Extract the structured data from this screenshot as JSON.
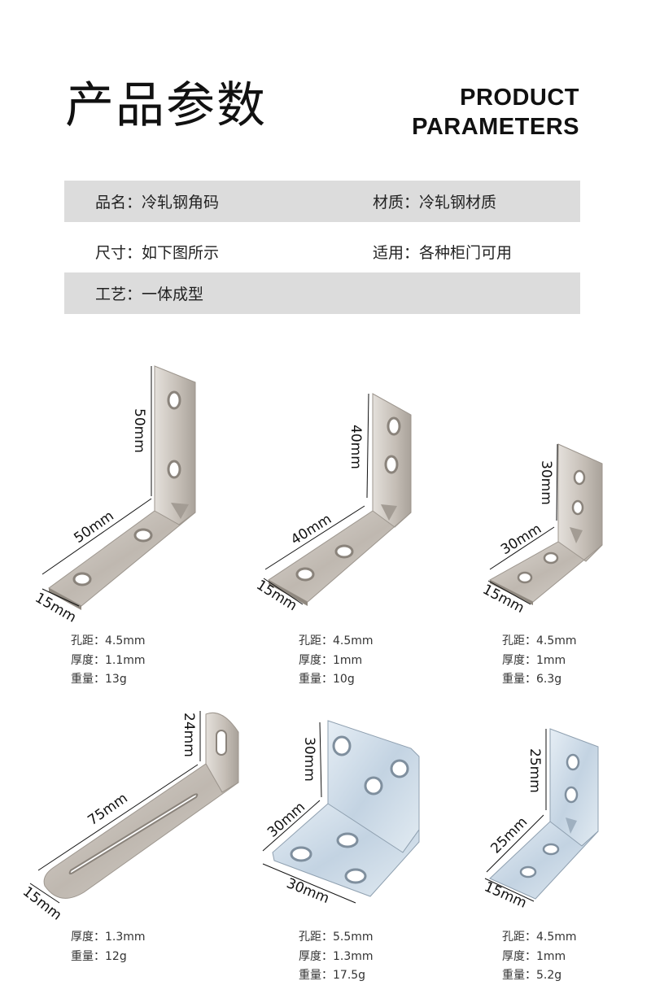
{
  "header": {
    "title_cn": "产品参数",
    "title_en_line1": "PRODUCT",
    "title_en_line2": "PARAMETERS"
  },
  "params": {
    "name_label": "品名：",
    "name_value": "冷轧钢角码",
    "material_label": "材质：",
    "material_value": "冷轧钢材质",
    "size_label": "尺寸：",
    "size_value": "如下图所示",
    "usage_label": "适用：",
    "usage_value": "各种柜门可用",
    "process_label": "工艺：",
    "process_value": "一体成型"
  },
  "colors": {
    "band_gray": "#dcdcdc",
    "stainless": "#c9c3bc",
    "zinc": "#cfdce8"
  },
  "products": [
    {
      "dims": {
        "height": "50mm",
        "length": "50mm",
        "width": "15mm"
      },
      "specs": [
        "孔距：4.5mm",
        "厚度：1.1mm",
        "重量：13g"
      ]
    },
    {
      "dims": {
        "height": "40mm",
        "length": "40mm",
        "width": "15mm"
      },
      "specs": [
        "孔距：4.5mm",
        "厚度：1mm",
        "重量：10g"
      ]
    },
    {
      "dims": {
        "height": "30mm",
        "length": "30mm",
        "width": "15mm"
      },
      "specs": [
        "孔距：4.5mm",
        "厚度：1mm",
        "重量：6.3g"
      ]
    },
    {
      "dims": {
        "height": "24mm",
        "length": "75mm",
        "width": "15mm"
      },
      "specs": [
        "厚度：1.3mm",
        "重量：12g"
      ]
    },
    {
      "dims": {
        "height": "30mm",
        "length": "30mm",
        "width": "30mm"
      },
      "specs": [
        "孔距：5.5mm",
        "厚度：1.3mm",
        "重量：17.5g"
      ]
    },
    {
      "dims": {
        "height": "25mm",
        "length": "25mm",
        "width": "15mm"
      },
      "specs": [
        "孔距：4.5mm",
        "厚度：1mm",
        "重量：5.2g"
      ]
    }
  ]
}
